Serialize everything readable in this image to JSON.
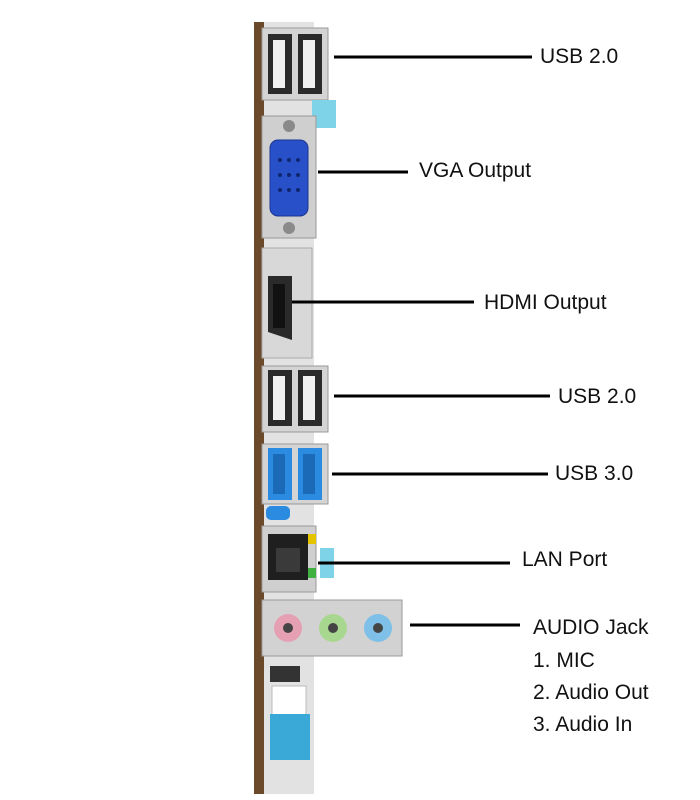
{
  "labels": {
    "usb2_top": "USB 2.0",
    "vga": "VGA Output",
    "hdmi": "HDMI Output",
    "usb2_bottom": "USB 2.0",
    "usb3": "USB 3.0",
    "lan": "LAN Port",
    "audio_title": "AUDIO Jack",
    "audio_items": [
      "1. MIC",
      "2. Audio Out",
      "3. Audio In"
    ]
  },
  "colors": {
    "usb2": "#2a2a2a",
    "usb3": "#2a8be0",
    "vga": "#2850c8",
    "audio_mic": "#e6a0b4",
    "audio_out": "#a8d890",
    "audio_in": "#7ec0e8",
    "bracket": "#c8c8c8",
    "pcb_edge": "#6b4a2c"
  }
}
